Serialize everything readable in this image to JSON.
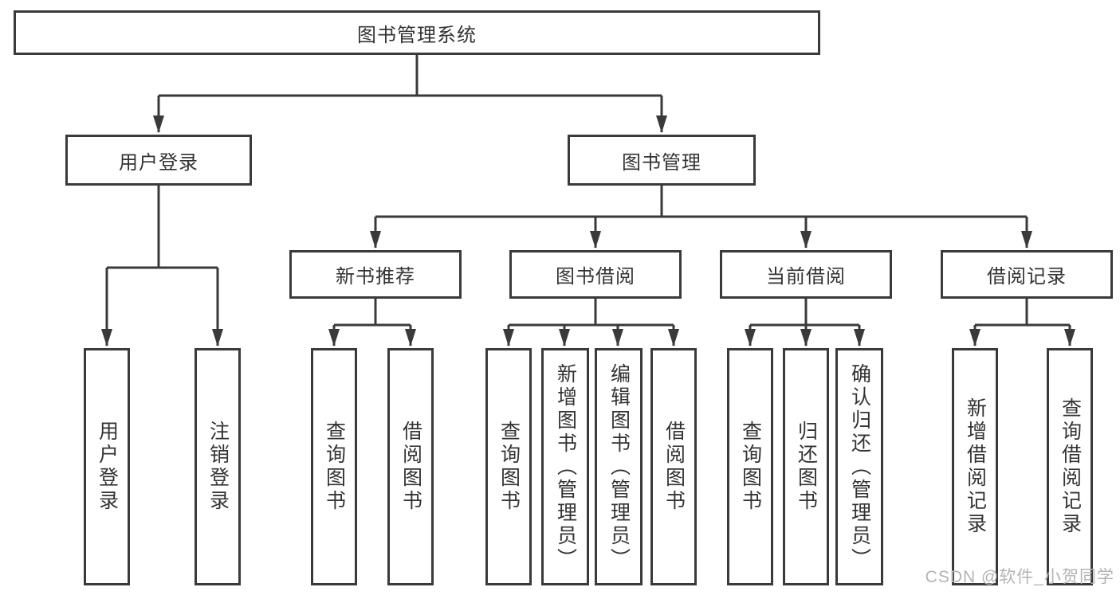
{
  "tree": {
    "label": "图书管理系统",
    "children": [
      {
        "label": "用户登录",
        "children": [
          {
            "label": "用户登录"
          },
          {
            "label": "注销登录"
          }
        ]
      },
      {
        "label": "图书管理",
        "children": [
          {
            "label": "新书推荐",
            "children": [
              {
                "label": "查询图书"
              },
              {
                "label": "借阅图书"
              }
            ]
          },
          {
            "label": "图书借阅",
            "children": [
              {
                "label": "查询图书"
              },
              {
                "label": "新增图书（管理员）"
              },
              {
                "label": "编辑图书（管理员）"
              },
              {
                "label": "借阅图书"
              }
            ]
          },
          {
            "label": "当前借阅",
            "children": [
              {
                "label": "查询图书"
              },
              {
                "label": "归还图书"
              },
              {
                "label": "确认归还（管理员）"
              }
            ]
          },
          {
            "label": "借阅记录",
            "children": [
              {
                "label": "新增借阅记录"
              },
              {
                "label": "查询借阅记录"
              }
            ]
          }
        ]
      }
    ]
  },
  "watermark": {
    "text": "CSDN @软件_小贺同学",
    "color": "#b4b4b4"
  },
  "colors": {
    "line": "#3a3a3a",
    "text": "#333333",
    "background": "#ffffff"
  }
}
